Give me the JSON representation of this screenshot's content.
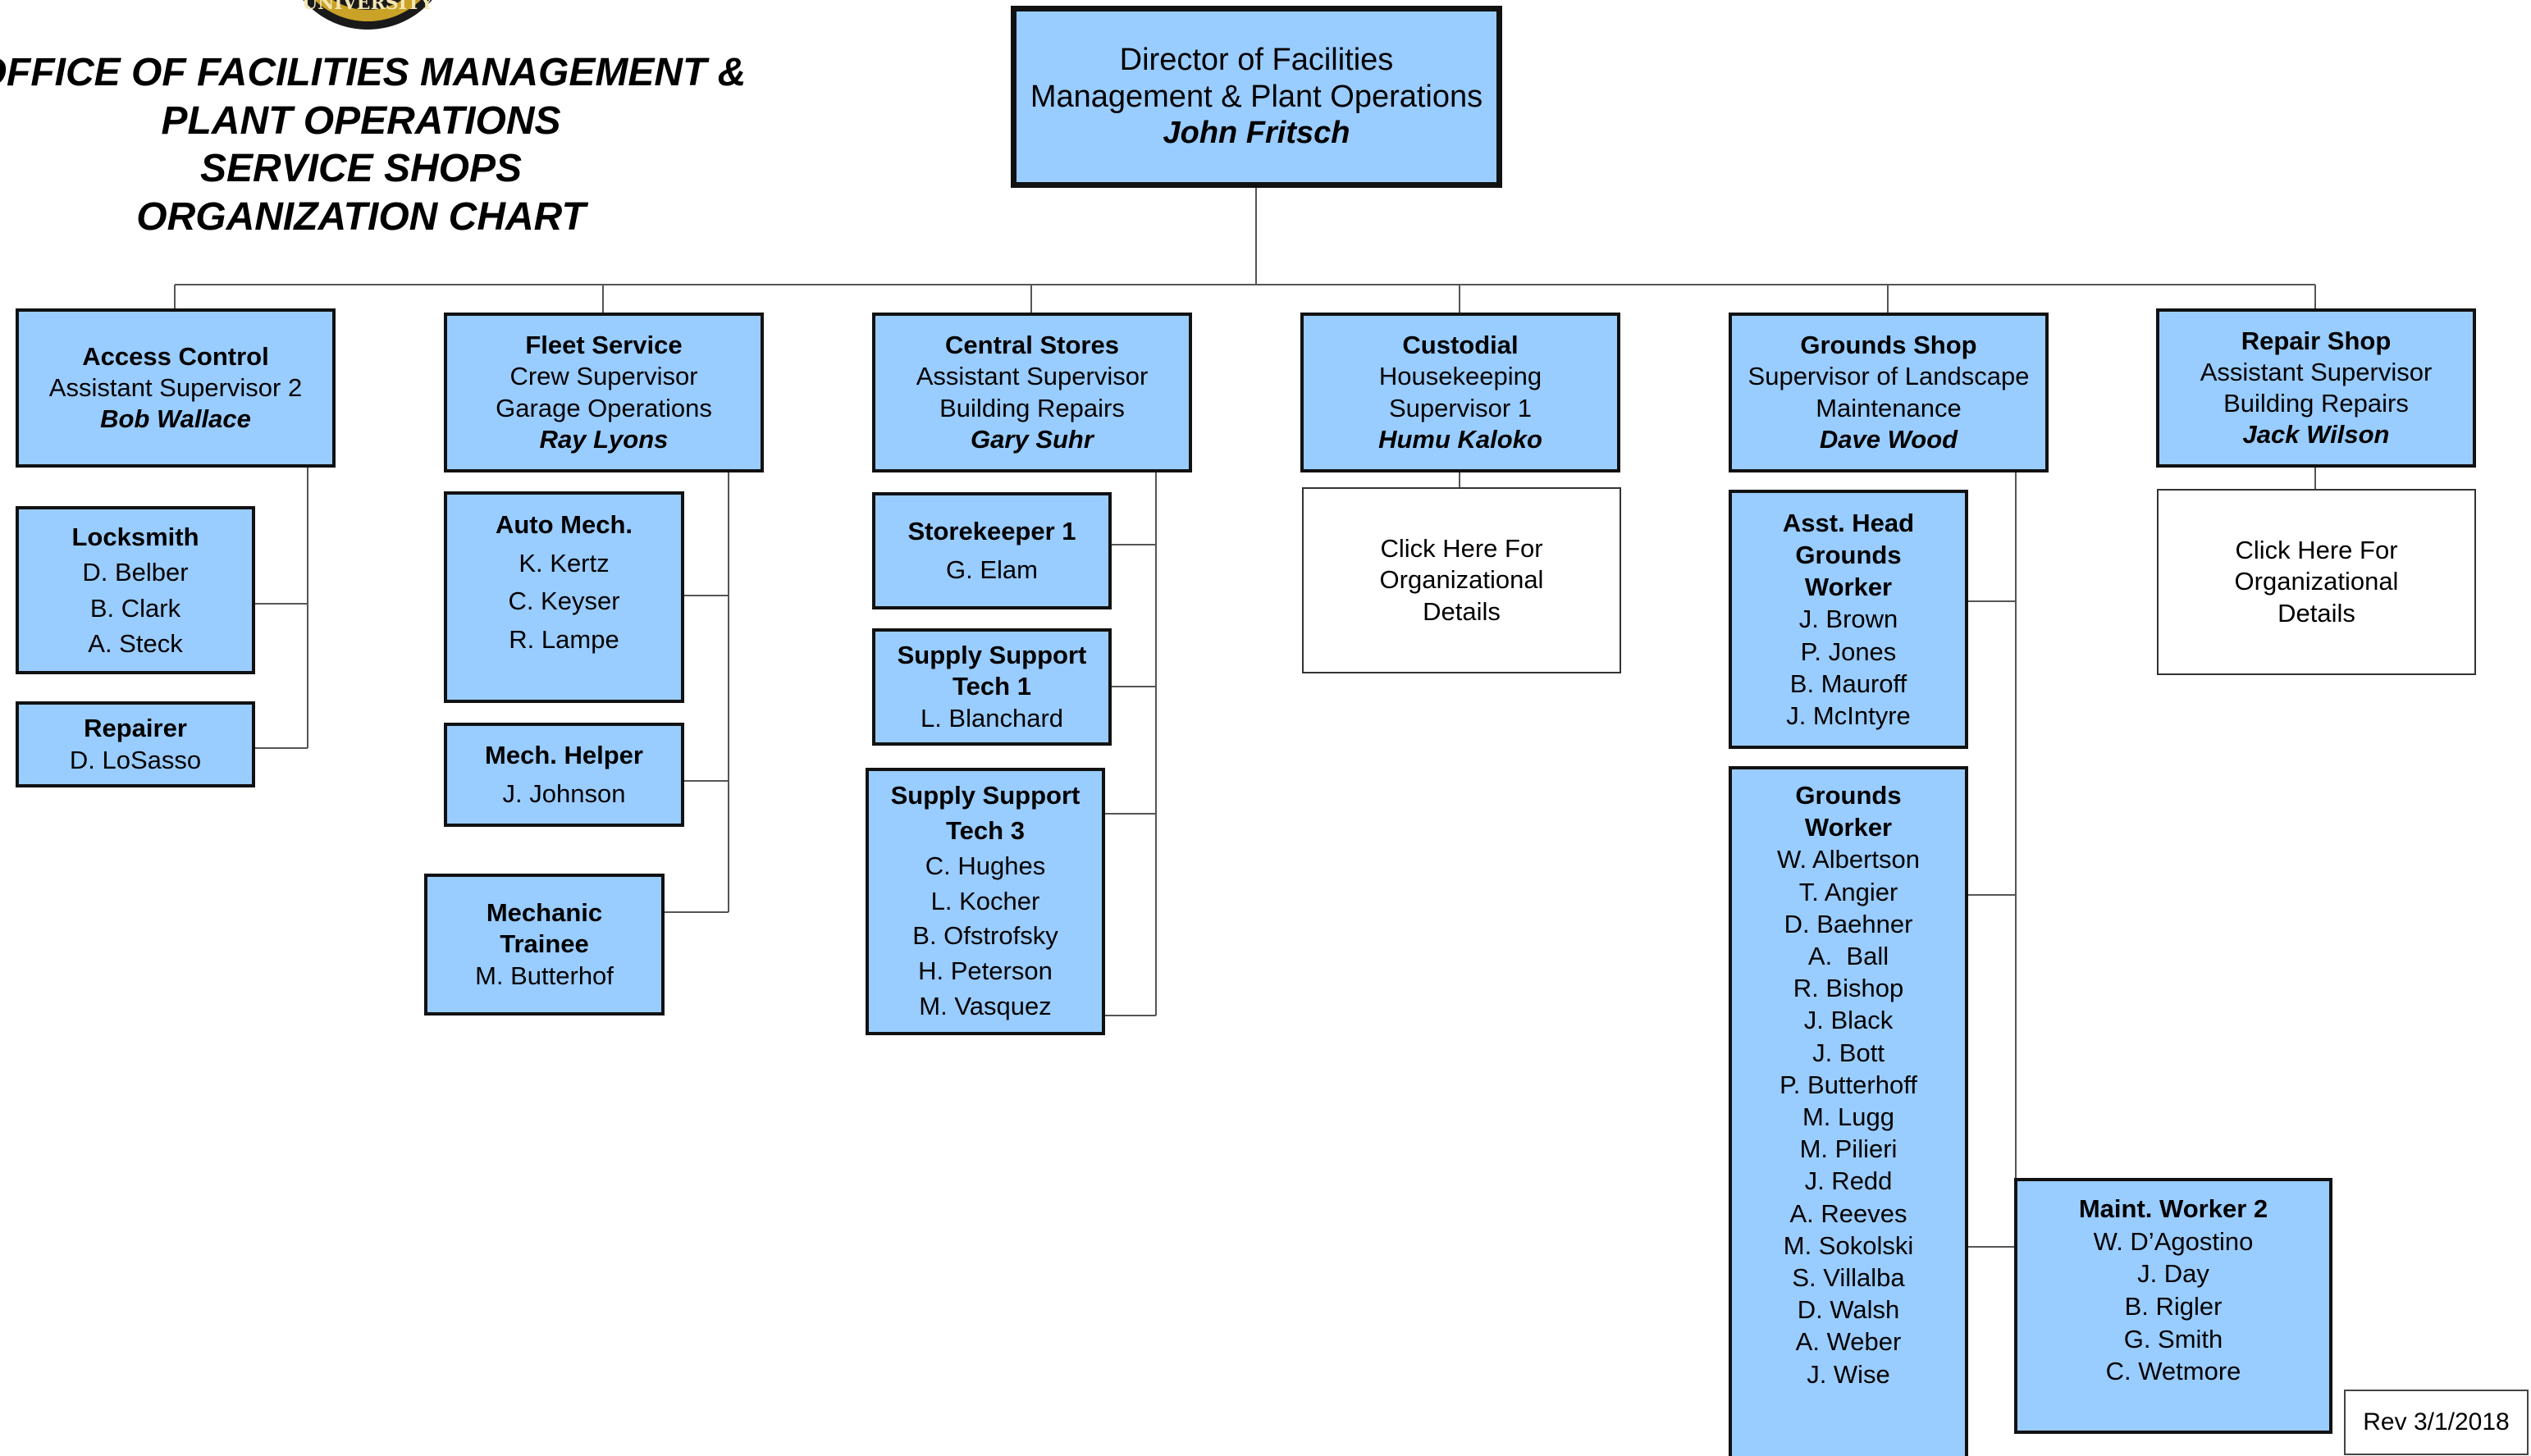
{
  "title": {
    "lines": [
      "OFFICE OF FACILITIES MANAGEMENT &",
      "PLANT OPERATIONS",
      "SERVICE SHOPS",
      "ORGANIZATION CHART"
    ]
  },
  "director": {
    "title_line1": "Director of Facilities",
    "title_line2": "Management & Plant Operations",
    "name": "John Fritsch"
  },
  "departments": {
    "access_control": {
      "title": "Access Control",
      "subtitle": "Assistant Supervisor 2",
      "name": "Bob Wallace"
    },
    "fleet_service": {
      "title": "Fleet Service",
      "sub1": "Crew Supervisor",
      "sub2": "Garage Operations",
      "name": "Ray Lyons"
    },
    "central_stores": {
      "title": "Central Stores",
      "sub1": "Assistant Supervisor",
      "sub2": "Building Repairs",
      "name": "Gary Suhr"
    },
    "custodial": {
      "title": "Custodial",
      "sub1": "Housekeeping",
      "sub2": "Supervisor 1",
      "name": "Humu Kaloko"
    },
    "grounds_shop": {
      "title": "Grounds Shop",
      "sub1": "Supervisor of Landscape",
      "sub2": "Maintenance",
      "name": "Dave Wood"
    },
    "repair_shop": {
      "title": "Repair Shop",
      "sub1": "Assistant Supervisor",
      "sub2": "Building Repairs",
      "name": "Jack Wilson"
    }
  },
  "teams": {
    "locksmith": {
      "title": "Locksmith",
      "members": [
        "D. Belber",
        "B. Clark",
        "A. Steck"
      ]
    },
    "repairer": {
      "title": "Repairer",
      "members": [
        "D. LoSasso"
      ]
    },
    "auto_mech": {
      "title": "Auto Mech.",
      "members": [
        "K. Kertz",
        "C. Keyser",
        "R. Lampe"
      ]
    },
    "mech_helper": {
      "title": "Mech. Helper",
      "members": [
        "J. Johnson"
      ]
    },
    "mechanic_trainee": {
      "title1": "Mechanic",
      "title2": "Trainee",
      "members": [
        "M. Butterhof"
      ]
    },
    "storekeeper": {
      "title": "Storekeeper 1",
      "members": [
        "G. Elam"
      ]
    },
    "supply_tech1": {
      "title1": "Supply Support",
      "title2": "Tech 1",
      "members": [
        "L. Blanchard"
      ]
    },
    "supply_tech3": {
      "title1": "Supply Support",
      "title2": "Tech 3",
      "members": [
        "C. Hughes",
        "L. Kocher",
        "B. Ofstrofsky",
        "H. Peterson",
        "M. Vasquez"
      ]
    },
    "asst_head_grounds": {
      "title1": "Asst. Head",
      "title2": "Grounds",
      "title3": "Worker",
      "members": [
        "J. Brown",
        "P. Jones",
        "B. Mauroff",
        "J. McIntyre"
      ]
    },
    "grounds_worker": {
      "title1": "Grounds",
      "title2": "Worker",
      "members": [
        "W. Albertson",
        "T. Angier",
        "D. Baehner",
        "A.  Ball",
        "R. Bishop",
        "J. Black",
        "J. Bott",
        "P. Butterhoff",
        "M. Lugg",
        "M. Pilieri",
        "J. Redd",
        "A. Reeves",
        "M. Sokolski",
        "S. Villalba",
        "D. Walsh",
        "A. Weber",
        "J. Wise"
      ]
    },
    "maint_worker2": {
      "title": "Maint. Worker 2",
      "members": [
        "W. D’Agostino",
        "J. Day",
        "B. Rigler",
        "G. Smith",
        "C. Wetmore"
      ]
    }
  },
  "links": {
    "custodial": [
      "Click Here For",
      "Organizational",
      "Details"
    ],
    "repair": [
      "Click Here For",
      "Organizational",
      "Details"
    ]
  },
  "revision": "Rev 3/1/2018",
  "colors": {
    "box_fill": "#99ccff",
    "border": "#111111",
    "line": "#555555"
  }
}
